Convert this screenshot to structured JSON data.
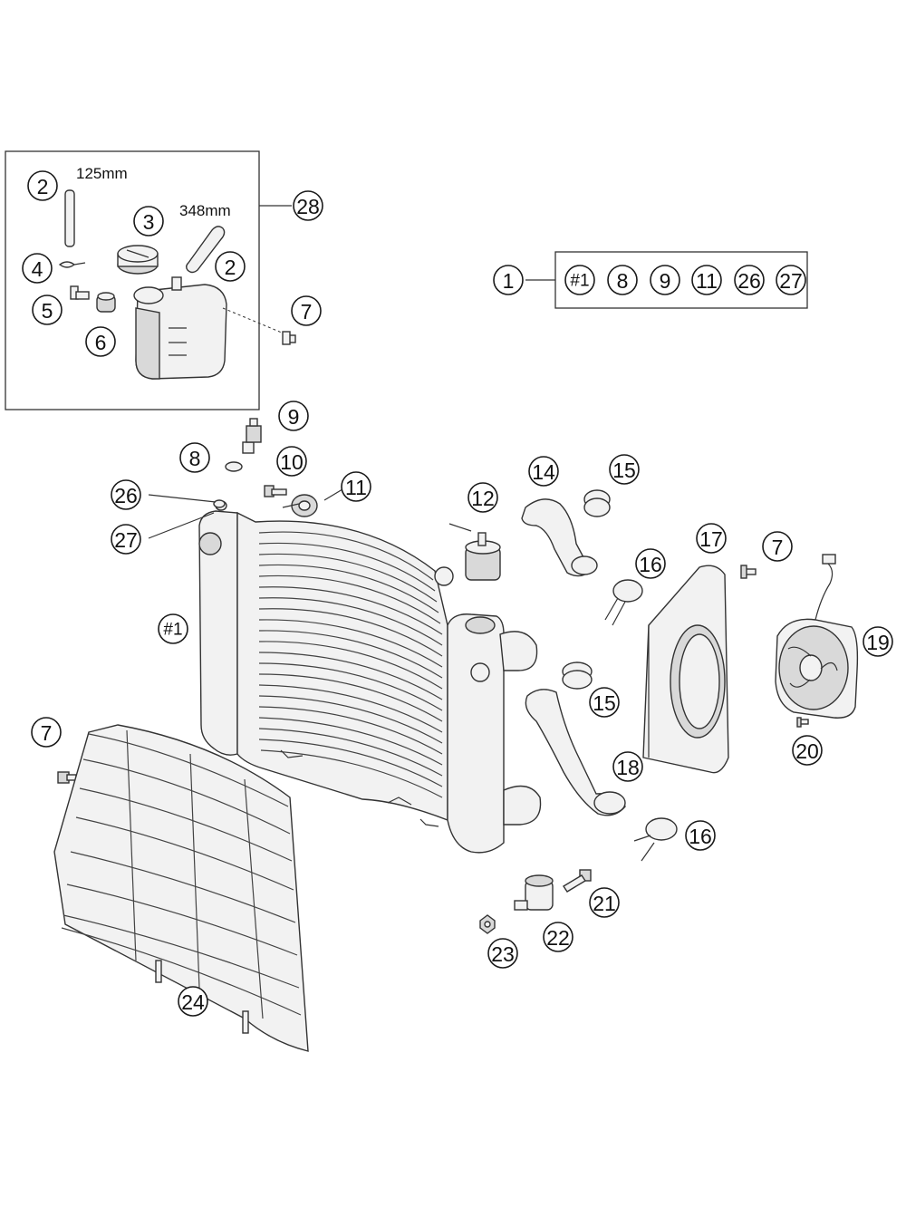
{
  "kit_box": {
    "dimension_hose_short": "125mm",
    "dimension_hose_long": "348mm",
    "kit_label": "28"
  },
  "set_box": {
    "set_label": "1",
    "contents": [
      "#1",
      "8",
      "9",
      "11",
      "26",
      "27"
    ]
  },
  "callouts": {
    "c2a": "2",
    "c2b": "2",
    "c3": "3",
    "c4": "4",
    "c5": "5",
    "c6": "6",
    "c7a": "7",
    "c7b": "7",
    "c7c": "7",
    "c8": "8",
    "c9": "9",
    "c10": "10",
    "c11": "11",
    "c12": "12",
    "c14": "14",
    "c15a": "15",
    "c15b": "15",
    "c16a": "16",
    "c16b": "16",
    "c17": "17",
    "c18": "18",
    "c19": "19",
    "c20": "20",
    "c21": "21",
    "c22": "22",
    "c23": "23",
    "c24": "24",
    "c26": "26",
    "c27": "27",
    "c_radiator": "#1"
  }
}
